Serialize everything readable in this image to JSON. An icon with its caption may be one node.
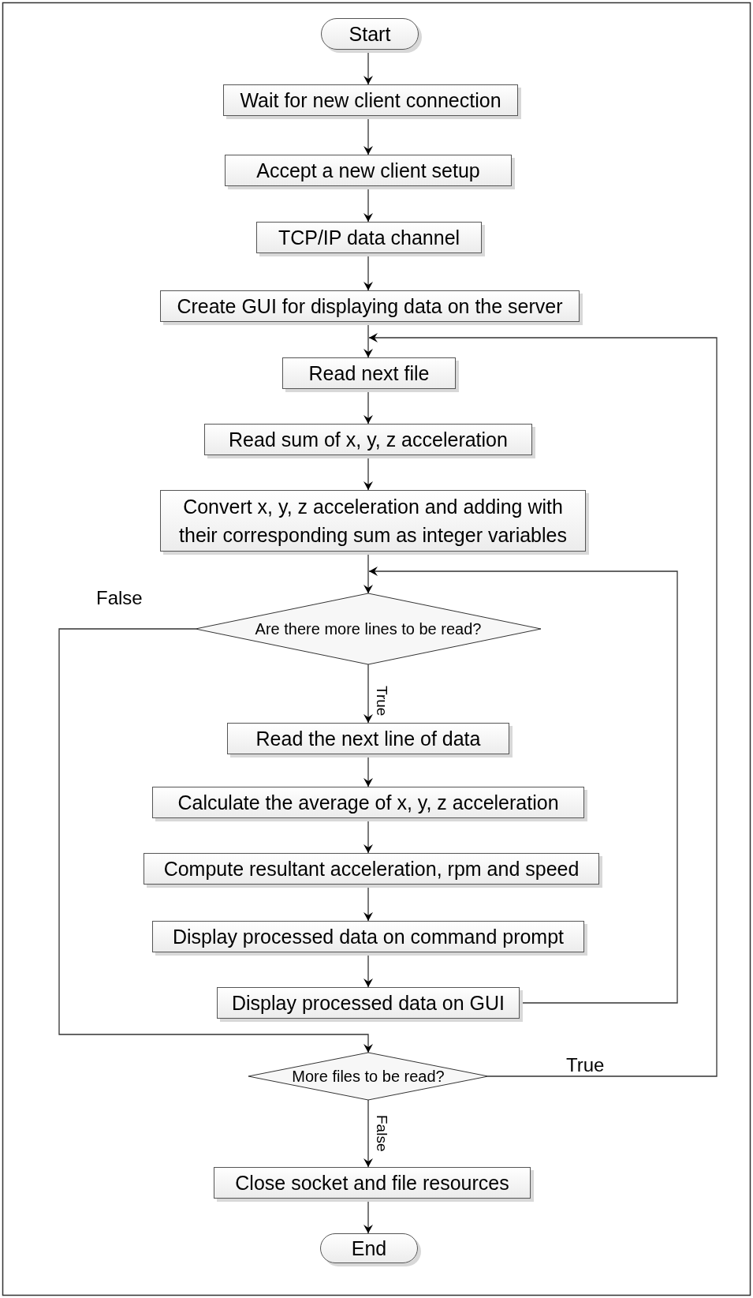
{
  "diagram": {
    "nodes": [
      {
        "text": [
          "Start"
        ]
      },
      {
        "text": [
          "Wait for new client connection"
        ]
      },
      {
        "text": [
          "Accept a new client setup"
        ]
      },
      {
        "text": [
          "TCP/IP data channel"
        ]
      },
      {
        "text": [
          "Create GUI for displaying data on the server"
        ]
      },
      {
        "text": [
          "Read next file"
        ]
      },
      {
        "text": [
          "Read sum of x, y, z acceleration"
        ]
      },
      {
        "text": [
          "Convert x, y, z acceleration and adding with their corresponding sum as integer variables"
        ]
      },
      {
        "text": [
          "Are there more lines to be read?"
        ]
      },
      {
        "text": [
          "Read the next line of data"
        ]
      },
      {
        "text": [
          "Calculate the average of x, y, z acceleration"
        ]
      },
      {
        "text": [
          "Compute resultant acceleration, rpm and speed"
        ]
      },
      {
        "text": [
          "Display processed data on command prompt"
        ]
      },
      {
        "text": [
          "Display processed data on GUI"
        ]
      },
      {
        "text": [
          "More files to be read?"
        ]
      },
      {
        "text": [
          "Close socket and file resources"
        ]
      },
      {
        "text": [
          "End"
        ]
      }
    ],
    "edges": [
      {
        "from": 0,
        "to": 1,
        "arrow": "to"
      },
      {
        "from": 1,
        "to": 2,
        "arrow": "to"
      },
      {
        "from": 2,
        "to": 3,
        "arrow": "to"
      },
      {
        "from": 3,
        "to": 4,
        "arrow": "to"
      },
      {
        "from": 4,
        "to": 5,
        "arrow": "to"
      },
      {
        "from": 5,
        "to": 6,
        "arrow": "to"
      },
      {
        "from": 6,
        "to": 7,
        "arrow": "to"
      },
      {
        "from": 7,
        "to": 8,
        "arrow": "to"
      },
      {
        "from": 8,
        "to": 9,
        "arrow": "to",
        "label": "True"
      },
      {
        "from": 9,
        "to": 10,
        "arrow": "to"
      },
      {
        "from": 10,
        "to": 11,
        "arrow": "to"
      },
      {
        "from": 11,
        "to": 12,
        "arrow": "to"
      },
      {
        "from": 12,
        "to": 13,
        "arrow": "to"
      },
      {
        "from": 13,
        "to": 8,
        "arrow": "to"
      },
      {
        "from": 8,
        "to": 14,
        "arrow": "to",
        "label": "False"
      },
      {
        "from": 14,
        "to": 5,
        "arrow": "to",
        "label": "True"
      },
      {
        "from": 14,
        "to": 15,
        "arrow": "to",
        "label": "False"
      },
      {
        "from": 15,
        "to": 16,
        "arrow": "to"
      }
    ]
  }
}
